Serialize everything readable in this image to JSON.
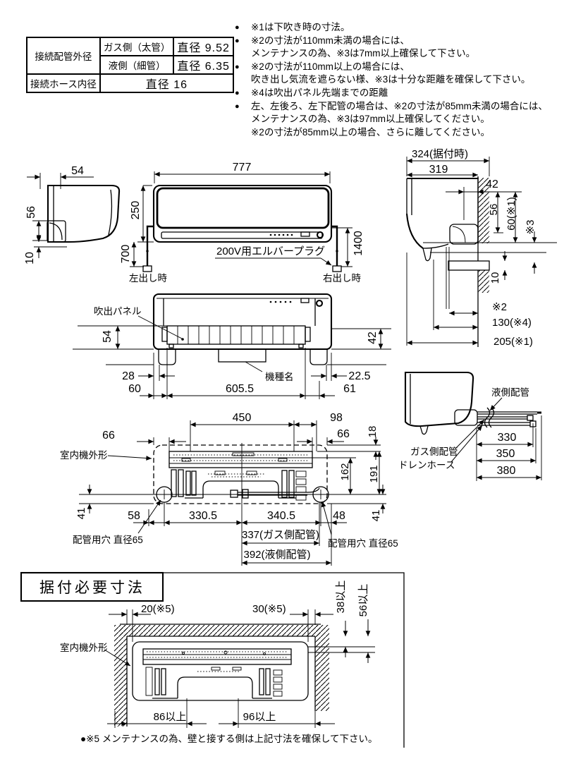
{
  "spec_table": {
    "r1_head": "接続配管外径",
    "r1a_label": "ガス側（太管）",
    "r1a_value": "直径 9.52",
    "r1b_label": "液側（細管）",
    "r1b_value": "直径 6.35",
    "r2_head": "接続ホース内径",
    "r2_value": "直径 16"
  },
  "notes": {
    "bullet": "●",
    "items": [
      {
        "t": "※1は下吹き時の寸法。"
      },
      {
        "t": "※2の寸法が110mm未満の場合には、"
      },
      {
        "t": "メンテナンスの為、※3は7mm以上確保して下さい。"
      },
      {
        "t": "※2の寸法が110mm以上の場合には、"
      },
      {
        "t": "吹き出し気流を遮らない様、※3は十分な距離を確保して下さい。"
      },
      {
        "t": "※4は吹出パネル先端までの距離"
      },
      {
        "t": "左、左後ろ、左下配管の場合は、※2の寸法が85mm未満の場合には、"
      },
      {
        "t": "メンテナンスの為、※3は97mm以上確保してください。"
      },
      {
        "t": "※2の寸法が85mm以上の場合、さらに離してください。"
      }
    ]
  },
  "diagrams": {
    "side_left": {
      "d54": "54",
      "d56": "56",
      "d10": "10"
    },
    "front": {
      "d777": "777",
      "d250": "250",
      "d700": "700",
      "d1400": "1400",
      "plug": "200V用エルバープラグ",
      "left_out": "左出し時",
      "right_out": "右出し時"
    },
    "side_wall": {
      "d324": "324(据付時)",
      "d319": "319",
      "d42": "42",
      "d56": "56",
      "d60": "60(※1)",
      "d3": "※3",
      "d10": "10",
      "d2": "※2",
      "d130": "130(※4)",
      "d205": "205(※1)"
    },
    "bottom_view": {
      "panel": "吹出パネル",
      "d54": "54",
      "d42": "42",
      "d28": "28",
      "d22_5": "22.5",
      "d60": "60",
      "d605_5": "605.5",
      "d61": "61",
      "model": "機種名"
    },
    "pipe_view": {
      "liquid": "液側配管",
      "gas": "ガス側配管",
      "drain": "ドレンホース",
      "d330": "330",
      "d350": "350",
      "d380": "380"
    },
    "rear_view": {
      "outline": "室内機外形",
      "d66_l": "66",
      "d450": "450",
      "d98": "98",
      "d66_r": "66",
      "d18": "18",
      "d162": "162",
      "d191": "191",
      "d41_l": "41",
      "d58": "58",
      "d330_5": "330.5",
      "d340_5": "340.5",
      "d48": "48",
      "d41_r": "41",
      "d337": "337(ガス側配管)",
      "d392": "392(液側配管)",
      "hole_l": "配管用穴 直径65",
      "hole_r": "配管用穴 直径65"
    },
    "install": {
      "title": "据付必要寸法",
      "d20": "20(※5)",
      "d30": "30(※5)",
      "d38": "38以上",
      "d56": "56以上",
      "outline": "室内機外形",
      "d86": "86以上",
      "d96": "96以上",
      "note": "●※5 メンテナンスの為、壁と接する側は上記寸法を確保して下さい。"
    }
  }
}
